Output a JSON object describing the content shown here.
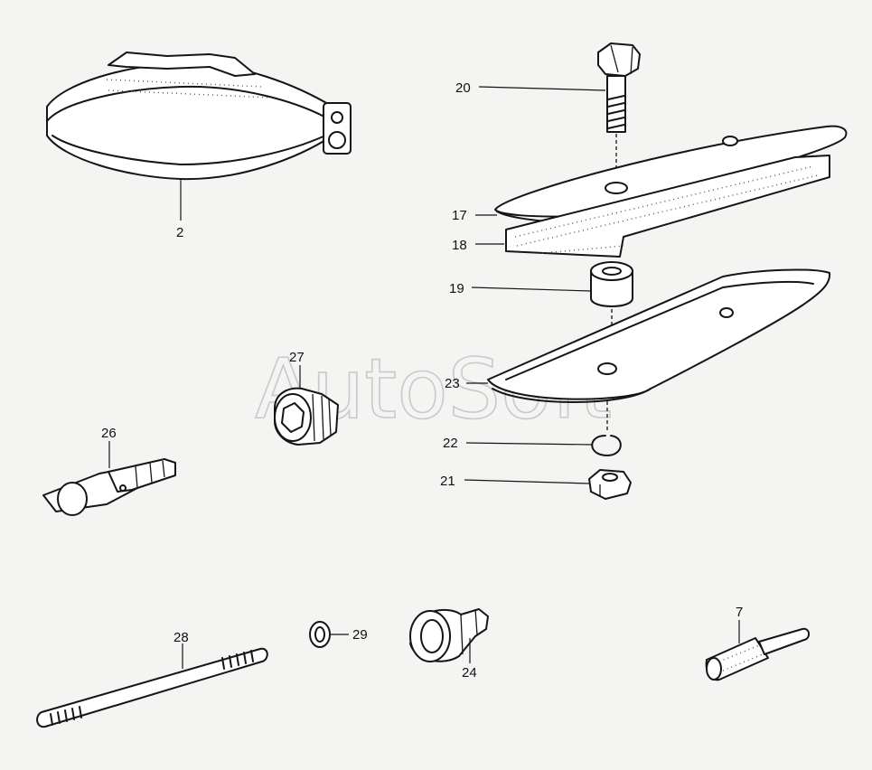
{
  "watermark": "AutoSoft",
  "labels": {
    "p2": "2",
    "p7": "7",
    "p17": "17",
    "p18": "18",
    "p19": "19",
    "p20": "20",
    "p21": "21",
    "p22": "22",
    "p23": "23",
    "p24": "24",
    "p26": "26",
    "p27": "27",
    "p28": "28",
    "p29": "29"
  },
  "colors": {
    "ink": "#151515",
    "background": "#f4f4f2",
    "watermark": "#c9c9c9"
  }
}
